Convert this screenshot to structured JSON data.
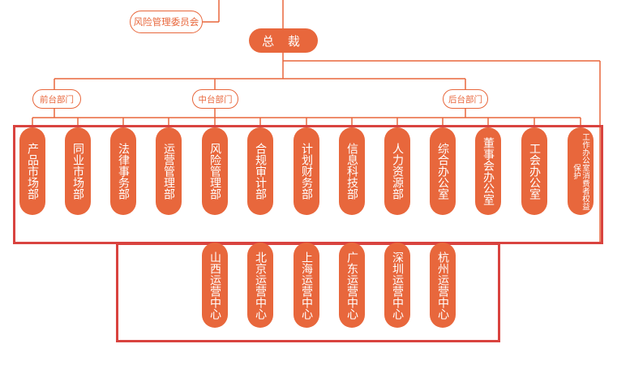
{
  "org": {
    "committee": "风险管理委员会",
    "ceo": "总 裁",
    "departments": [
      {
        "label": "前台部门"
      },
      {
        "label": "中台部门"
      },
      {
        "label": "后台部门"
      }
    ],
    "units": [
      {
        "label": "产品市场部"
      },
      {
        "label": "同业市场部"
      },
      {
        "label": "法律事务部"
      },
      {
        "label": "运营管理部"
      },
      {
        "label": "风险管理部"
      },
      {
        "label": "合规审计部"
      },
      {
        "label": "计划财务部"
      },
      {
        "label": "信息科技部"
      },
      {
        "label": "人力资源部"
      },
      {
        "label": "综合办公室"
      },
      {
        "label": "董事会办公室"
      },
      {
        "label": "工会办公室"
      },
      {
        "label": "工作办公室消费者权益保护"
      }
    ],
    "centers": [
      {
        "label": "山西运营中心"
      },
      {
        "label": "北京运营中心"
      },
      {
        "label": "上海运营中心"
      },
      {
        "label": "广东运营中心"
      },
      {
        "label": "深圳运营中心"
      },
      {
        "label": "杭州运营中心"
      }
    ]
  },
  "colors": {
    "node": "#e8673c",
    "line": "#e8673c",
    "highlight": "#d9433f"
  }
}
